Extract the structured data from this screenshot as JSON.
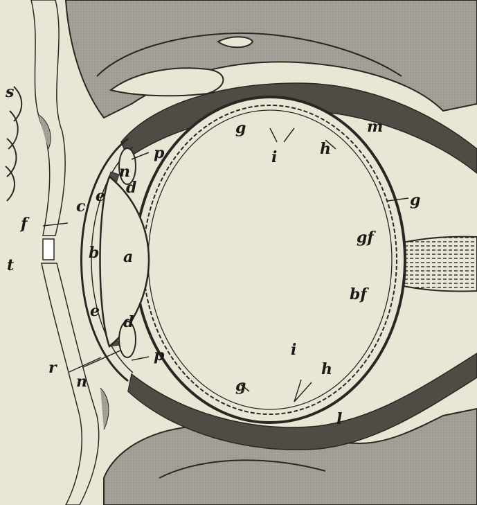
{
  "colors": {
    "paper": "#e9e6d6",
    "ink": "#2a2723",
    "bone": "#a09e94",
    "muscle": "#4a4742"
  },
  "labels": {
    "s": "s",
    "t": "t",
    "f": "f",
    "c": "c",
    "b": "b",
    "a": "a",
    "e_top": "e",
    "e_bottom": "e",
    "n_top": "n",
    "n_bottom": "n",
    "d_top": "d",
    "d_bottom": "d",
    "p_top": "p",
    "p_bottom": "p",
    "g_top": "g",
    "g_right": "g",
    "g_bottom": "g",
    "i_top": "i",
    "i_bottom": "i",
    "h_top": "h",
    "h_bottom": "h",
    "m": "m",
    "l": "l",
    "gf": "gf",
    "bf": "bf",
    "r": "r"
  }
}
